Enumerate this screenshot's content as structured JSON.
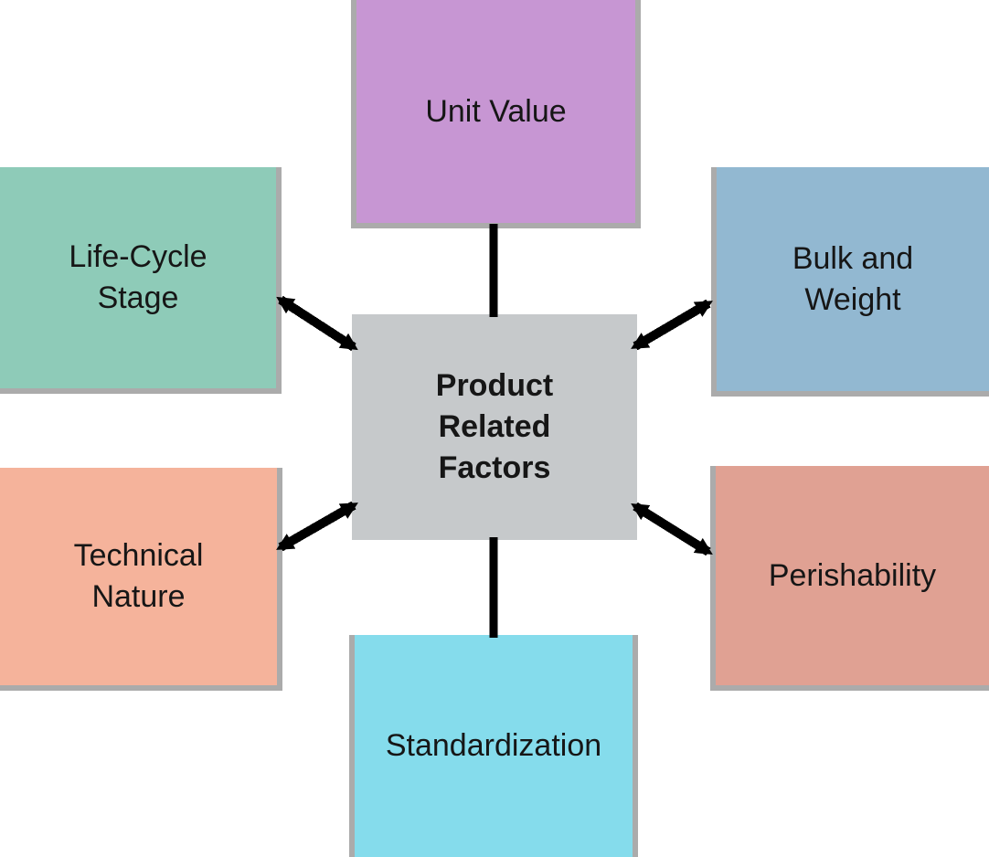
{
  "diagram": {
    "title_concept": "Product Related Factors channel diagram",
    "center": {
      "label": "Product\nRelated\nFactors",
      "bg": "#c6c9cb"
    },
    "nodes": [
      {
        "id": "unit-value",
        "label": "Unit Value",
        "bg": "#c796d3"
      },
      {
        "id": "life-cycle-stage",
        "label": "Life-Cycle\nStage",
        "bg": "#8ecbb8"
      },
      {
        "id": "bulk-and-weight",
        "label": "Bulk and\nWeight",
        "bg": "#92b8d1"
      },
      {
        "id": "technical-nature",
        "label": "Technical\nNature",
        "bg": "#f5b39b"
      },
      {
        "id": "perishability",
        "label": "Perishability",
        "bg": "#e0a193"
      },
      {
        "id": "standardization",
        "label": "Standardization",
        "bg": "#85dcec"
      }
    ],
    "colors": {
      "box_edge": "#ababab",
      "connector": "#000000",
      "text": "#161616",
      "background": "#ffffff"
    }
  }
}
